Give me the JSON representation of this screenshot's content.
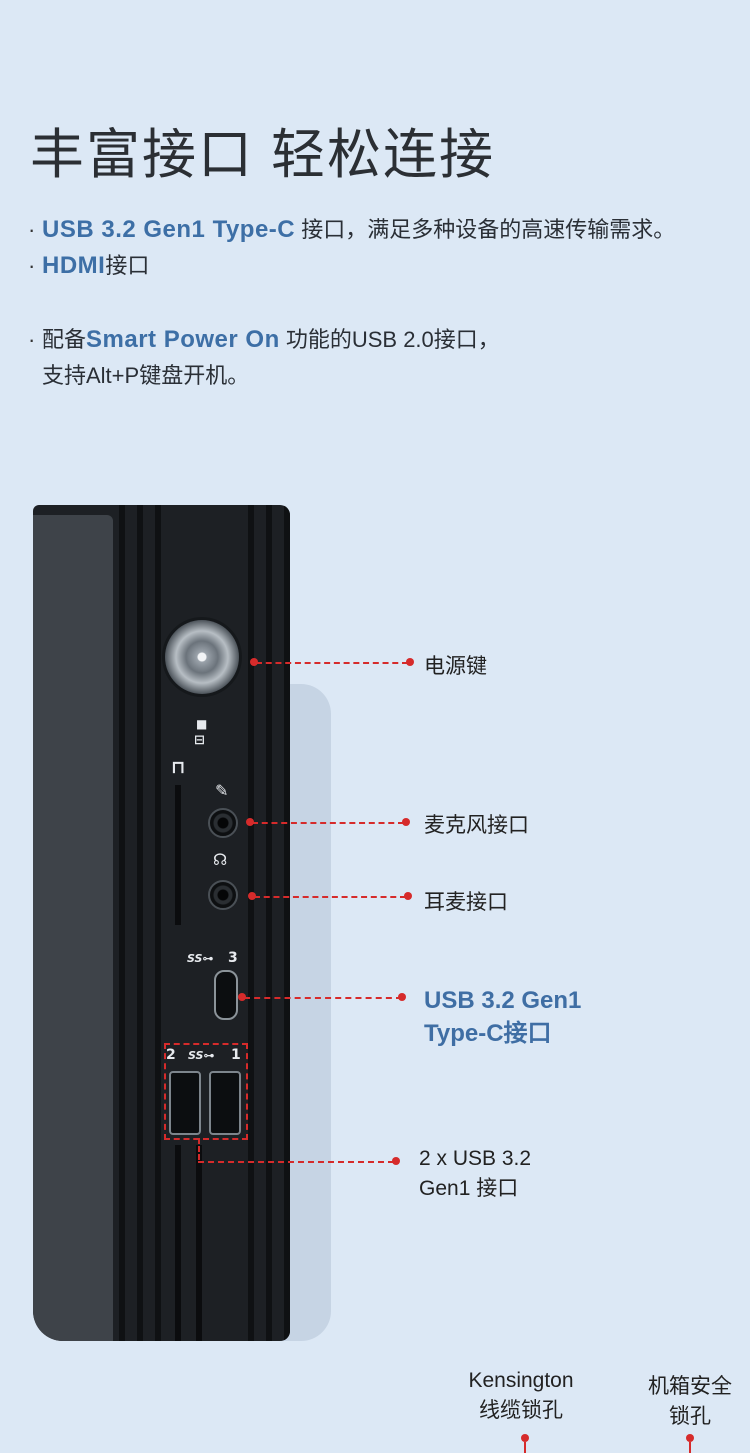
{
  "title": "丰富接口 轻松连接",
  "bullets": {
    "b1_highlight": "USB 3.2 Gen1 Type-C",
    "b1_rest": " 接口，满足多种设备的高速传输需求。",
    "b2_highlight": "HDMI",
    "b2_rest": "接口",
    "b3_prefix": "配备",
    "b3_highlight": "Smart Power On",
    "b3_rest": " 功能的USB 2.0接口，",
    "b3_line2": "支持Alt+P键盘开机。"
  },
  "bullet_marker": "·",
  "device": {
    "usb_c_number": "3",
    "usb_a_left_number": "2",
    "usb_a_right_number": "1",
    "ss_logo": "SS⊶"
  },
  "callouts": {
    "power": "电源键",
    "mic": "麦克风接口",
    "headset": "耳麦接口",
    "usbc_line1": "USB 3.2 Gen1",
    "usbc_line2": "Type-C接口",
    "usba_line1": "2 x USB 3.2",
    "usba_line2": "Gen1 接口",
    "kensington_line1": "Kensington",
    "kensington_line2": "线缆锁孔",
    "chassis_line1": "机箱安全",
    "chassis_line2": "锁孔"
  },
  "colors": {
    "background": "#dce8f5",
    "accent_blue": "#3d6fa6",
    "callout_red": "#d62b2b"
  }
}
